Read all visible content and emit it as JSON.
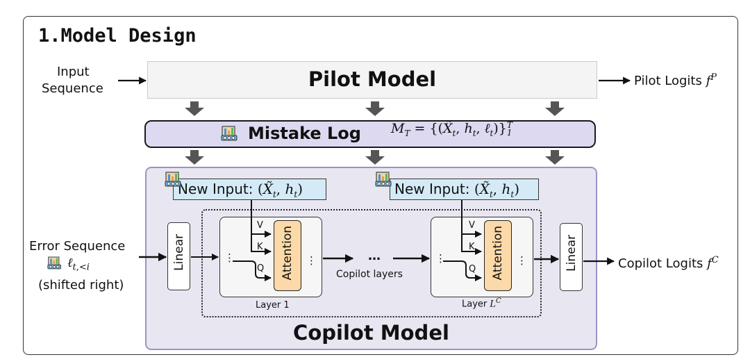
{
  "title": "1.Model Design",
  "input_sequence": [
    "Input",
    "Sequence"
  ],
  "pilot_model": "Pilot Model",
  "pilot_logits": {
    "text": "Pilot Logits ",
    "symbol": "f",
    "superscript": "P"
  },
  "mistake_log": {
    "title": "Mistake Log",
    "formula": "M_T = {(X̃_t, h_t, ℓ_t)}_1^T"
  },
  "new_input": {
    "text": "New Input: ",
    "formula": "(X̃_t, h_t)"
  },
  "error_sequence": {
    "line1": "Error Sequence",
    "symbol": "ℓ_{t,<i}",
    "line3": "(shifted right)"
  },
  "linear_label": "Linear",
  "attention_label": "Attention",
  "qkv": [
    "V",
    "K",
    "Q"
  ],
  "ellipsis": "⋮",
  "copilot_layers_dots": "…",
  "copilot_layers": "Copilot layers",
  "layer1": "Layer 1",
  "layerL": {
    "text": "Layer ",
    "symbol": "L",
    "superscript": "C"
  },
  "copilot_model": "Copilot Model",
  "copilot_logits": {
    "text": "Copilot Logits ",
    "symbol": "f",
    "superscript": "C"
  },
  "colors": {
    "pilot_fill": "#f4f4f4",
    "mistake_fill": "#dcd9f1",
    "copilot_fill": "#e8e7f1",
    "copilot_border": "#9b93c6",
    "new_input_fill": "#d4ebf7",
    "attention_fill": "#fbd9a8",
    "down_arrow": "#555555"
  },
  "icons": [
    "log-notebook-icon"
  ]
}
